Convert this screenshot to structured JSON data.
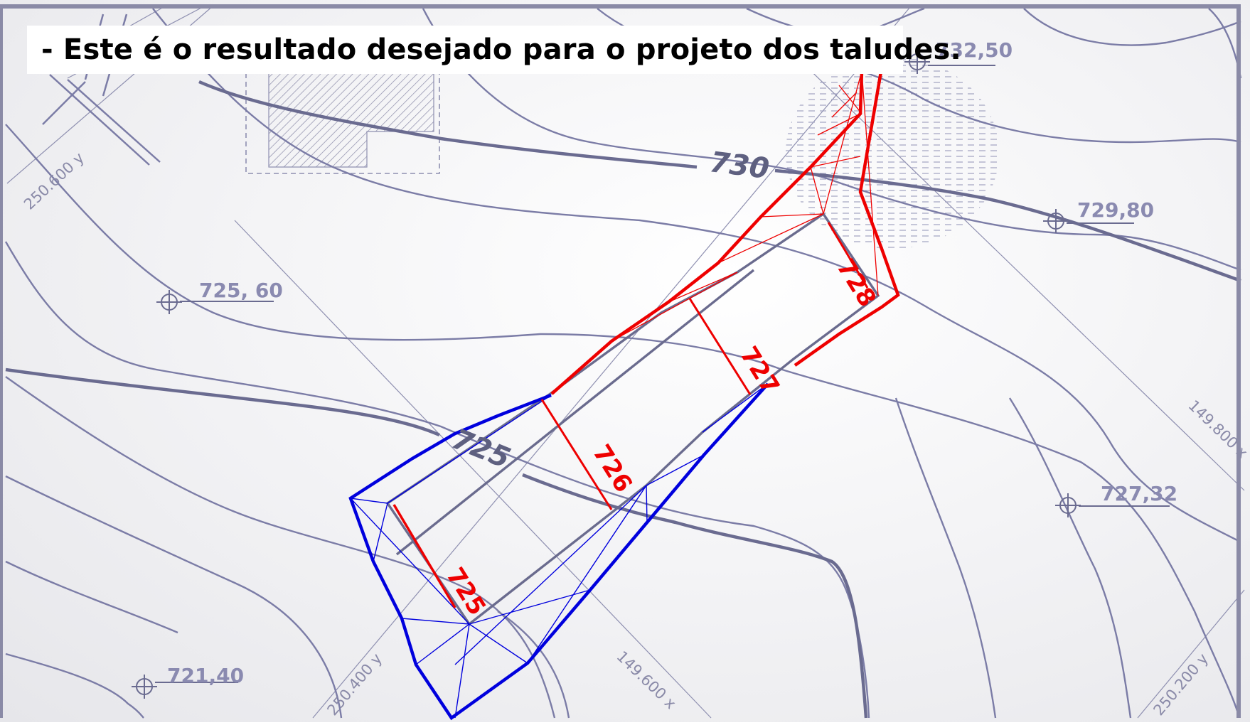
{
  "caption": "- Este é o resultado desejado para o  projeto dos taludes.",
  "elevations": {
    "e732_50": "732,50",
    "e729_80": "729,80",
    "e725_60": "725, 60",
    "e727_32": "727,32",
    "e721_40": "721,40"
  },
  "grid_labels": {
    "y250_600": "250.600 y",
    "y250_400": "250.400 y",
    "y250_200": "250.200 y",
    "x149_800": "149.800 x",
    "x149_600": "149.600 x"
  },
  "contour_labels": {
    "c730": "730",
    "c725": "725"
  },
  "slope_labels": {
    "s725": "725",
    "s726": "726",
    "s727": "727",
    "s728": "728"
  },
  "colors": {
    "contour": "#7b7ca6",
    "contour_major": "#6a6b90",
    "platform": "#6a6b8e",
    "cut_slope": "#ee0000",
    "fill_slope": "#0000dd",
    "elevation_text": "#8a8ab0"
  },
  "icons": {
    "benchmark": "crosshair-circle-icon"
  }
}
